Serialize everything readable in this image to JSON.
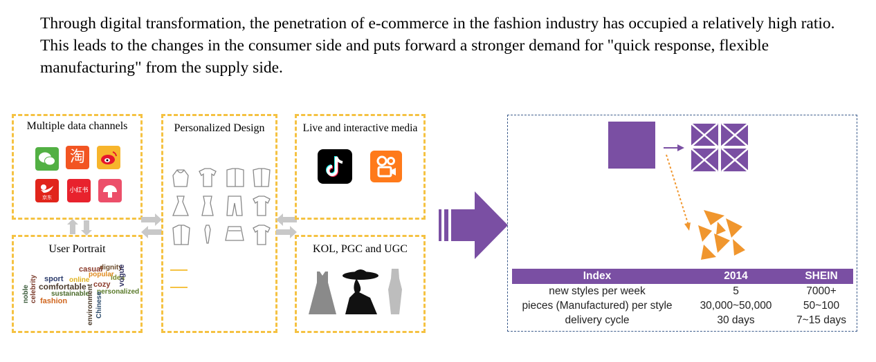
{
  "intro_text": "Through digital transformation, the penetration of e-commerce in the fashion industry has occupied a relatively high ratio. This leads to the changes in the consumer side and puts forward a stronger demand for \"quick response, flexible manufacturing\" from the supply side.",
  "boxes": {
    "data_channels": "Multiple data channels",
    "user_portrait": "User Portrait",
    "personalized_design": "Personalized Design",
    "live_media": "Live and interactive media",
    "kol": "KOL, PGC and UGC"
  },
  "app_icons": {
    "taobao_char": "淘",
    "jd_label": "京东",
    "xiaohongshu_label": "小红书"
  },
  "word_cloud": {
    "casual": "casual",
    "dignity": "dignity",
    "popular": "popular",
    "sport": "sport",
    "online": "online",
    "idea": "idea",
    "comfortable": "comfortable",
    "cozy": "cozy",
    "vogue": "vogue",
    "noble": "noble",
    "celebrity": "celebrity",
    "sustainable": "sustainable",
    "personalized": "personalized",
    "fashion": "fashion",
    "environment": "environment",
    "chinese": "Chinese"
  },
  "colors": {
    "dashed_border": "#f5c242",
    "purple": "#7a4fa3",
    "orange": "#f0962e",
    "gray_arrow": "#c8c8c8"
  },
  "table": {
    "headers": [
      "Index",
      "2014",
      "SHEIN"
    ],
    "rows": [
      [
        "new styles per week",
        "5",
        "7000+"
      ],
      [
        "pieces (Manufactured) per style",
        "30,000~50,000",
        "50~100"
      ],
      [
        "delivery cycle",
        "30 days",
        "7~15 days"
      ]
    ]
  }
}
